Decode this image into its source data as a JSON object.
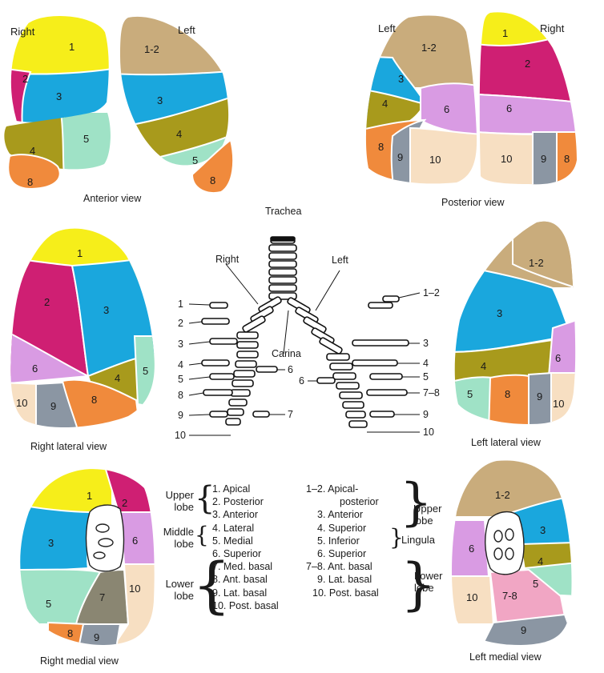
{
  "colors": {
    "seg1": "#f6ee1a",
    "seg2": "#cf1f73",
    "seg3": "#1aa7dd",
    "seg4": "#a89a1c",
    "seg5": "#9fe2c6",
    "seg6": "#d99be3",
    "seg7": "#8a8672",
    "seg8": "#f08a3c",
    "seg9": "#8b96a3",
    "seg10": "#f7dfc2",
    "seg12": "#c9ac7c",
    "seg78": "#f1a6c4"
  },
  "views": {
    "anterior": {
      "caption": "Anterior view",
      "right": "Right",
      "left": "Left"
    },
    "posterior": {
      "caption": "Posterior view",
      "right": "Right",
      "left": "Left"
    },
    "right_lateral": {
      "caption": "Right lateral view"
    },
    "left_lateral": {
      "caption": "Left lateral view"
    },
    "right_medial": {
      "caption": "Right medial view"
    },
    "left_medial": {
      "caption": "Left medial view"
    }
  },
  "bronchi": {
    "trachea": "Trachea",
    "right": "Right",
    "left": "Left",
    "carina": "Carina",
    "right_labels": [
      "1",
      "2",
      "3",
      "4",
      "5",
      "8",
      "9",
      "10"
    ],
    "right_six": "6",
    "right_seven": "7",
    "left_labels": [
      "1–2",
      "3",
      "4",
      "5",
      "7–8",
      "9",
      "10"
    ],
    "left_six": "6"
  },
  "segment_labels": {
    "s1": "1",
    "s2": "2",
    "s3": "3",
    "s4": "4",
    "s5": "5",
    "s6": "6",
    "s7": "7",
    "s8": "8",
    "s9": "9",
    "s10": "10",
    "s12": "1-2",
    "s78": "7-8"
  },
  "legend": {
    "right": {
      "upper_lobe": [
        "Upper",
        "lobe"
      ],
      "middle_lobe": [
        "Middle",
        "lobe"
      ],
      "lower_lobe": [
        "Lower",
        "lobe"
      ],
      "items": [
        "1. Apical",
        "2. Posterior",
        "3. Anterior",
        "4. Lateral",
        "5. Medial",
        "6. Superior",
        "7. Med. basal",
        "8. Ant. basal",
        "9. Lat. basal",
        "10. Post. basal"
      ]
    },
    "left": {
      "upper_lobe": [
        "Upper",
        "lobe"
      ],
      "lingula": "Lingula",
      "lower_lobe": [
        "Lower",
        "lobe"
      ],
      "items": [
        "1–2. Apical-",
        "posterior",
        "3. Anterior",
        "4. Superior",
        "5. Inferior",
        "6. Superior",
        "7–8. Ant. basal",
        "9. Lat. basal",
        "10. Post. basal"
      ]
    }
  }
}
